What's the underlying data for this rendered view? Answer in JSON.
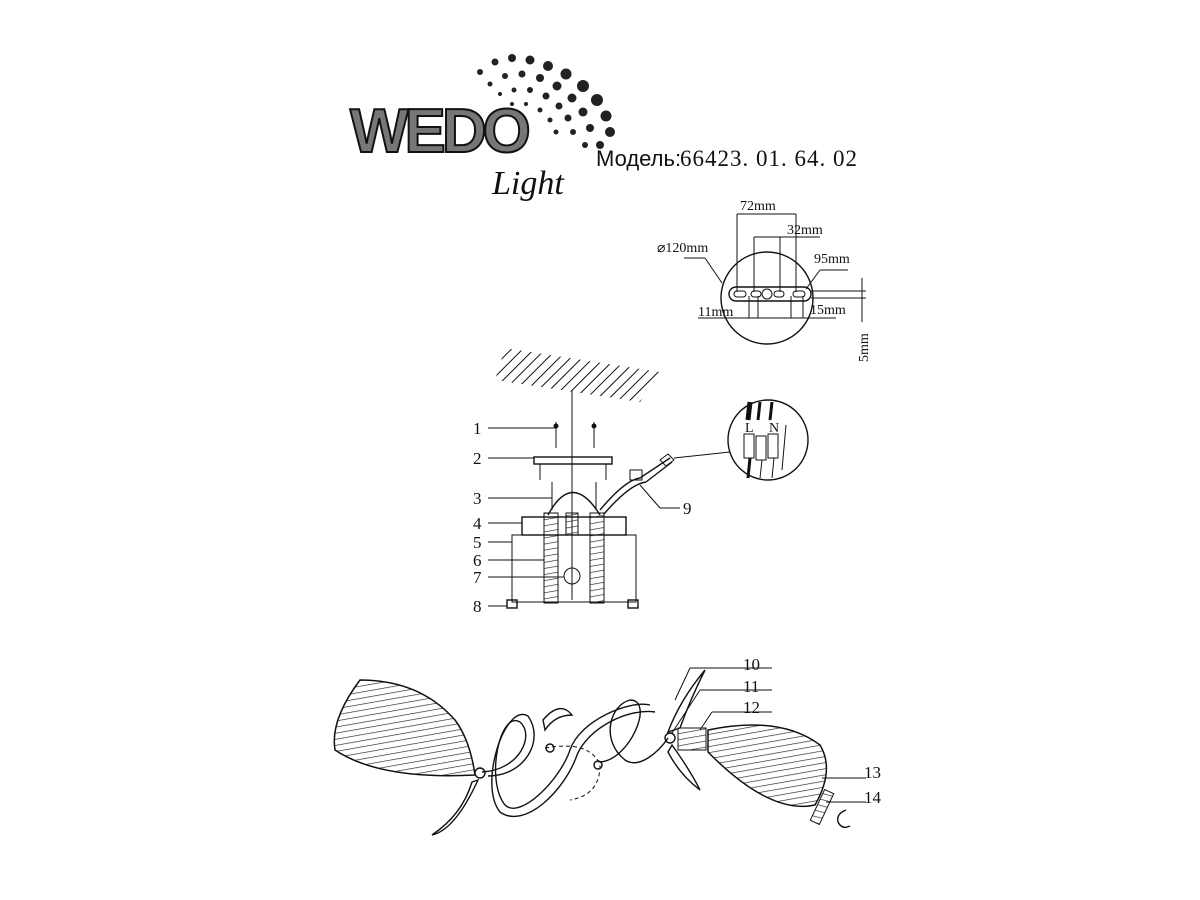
{
  "header": {
    "logo_text": "WEDO",
    "logo_script": "Light",
    "model_label": "Модель:",
    "model_number": "66423. 01. 64. 02"
  },
  "mounting_plate": {
    "diameter": "⌀120mm",
    "spacing_outer": "72mm",
    "spacing_inner": "32mm",
    "length": "95mm",
    "slot_left": "11mm",
    "slot_right": "15mm",
    "thickness": "5mm"
  },
  "wiring": {
    "live": "L",
    "neutral": "N"
  },
  "parts": [
    "1",
    "2",
    "3",
    "4",
    "5",
    "6",
    "7",
    "8",
    "9",
    "10",
    "11",
    "12",
    "13",
    "14"
  ]
}
